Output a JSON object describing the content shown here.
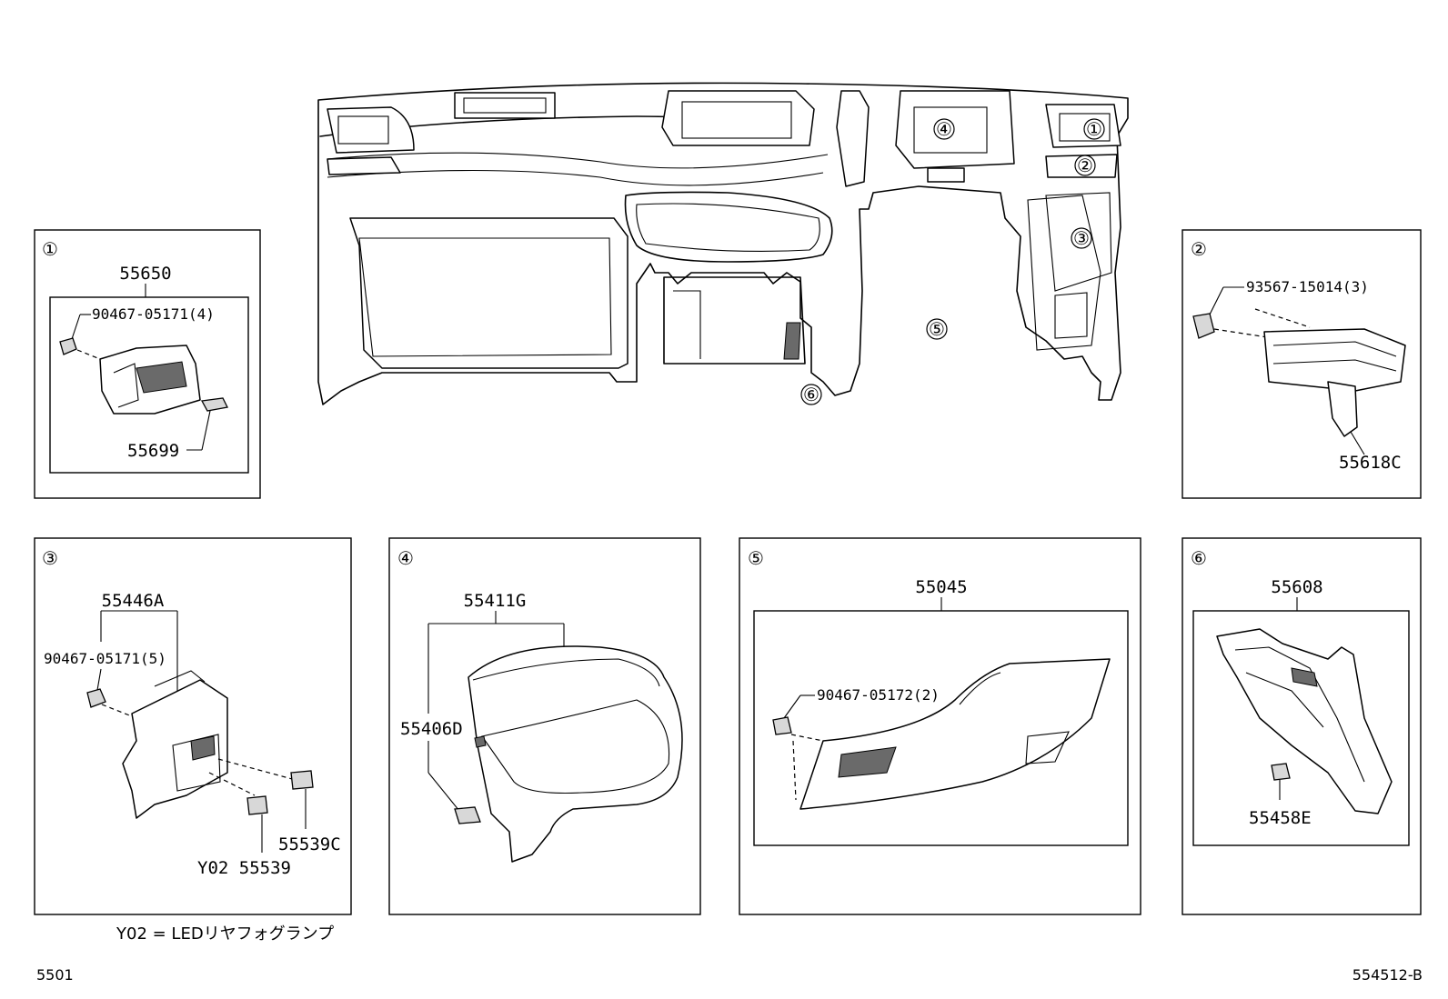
{
  "circle_labels": [
    "①",
    "②",
    "③",
    "④",
    "⑤",
    "⑥"
  ],
  "main_assembly": {
    "callouts": [
      "①",
      "②",
      "③",
      "④",
      "⑤",
      "⑥"
    ]
  },
  "panels": [
    {
      "id": "①",
      "parts": {
        "assembly": "55650",
        "clip": "90467-05171(4)",
        "lower": "55699"
      }
    },
    {
      "id": "②",
      "parts": {
        "clip": "93567-15014(3)",
        "assembly": "55618C"
      }
    },
    {
      "id": "③",
      "parts": {
        "assembly": "55446A",
        "clip": "90467-05171(5)",
        "switch_a": "55539C",
        "switch_b": "Y02 55539"
      }
    },
    {
      "id": "④",
      "parts": {
        "assembly": "55411G",
        "clip": "55406D"
      }
    },
    {
      "id": "⑤",
      "parts": {
        "assembly": "55045",
        "clip": "90467-05172(2)"
      }
    },
    {
      "id": "⑥",
      "parts": {
        "assembly": "55608",
        "clip": "55458E"
      }
    }
  ],
  "footnote": "Y02 = LEDリヤフォグランプ",
  "page_code_left": "5501",
  "page_code_right": "554512-B"
}
